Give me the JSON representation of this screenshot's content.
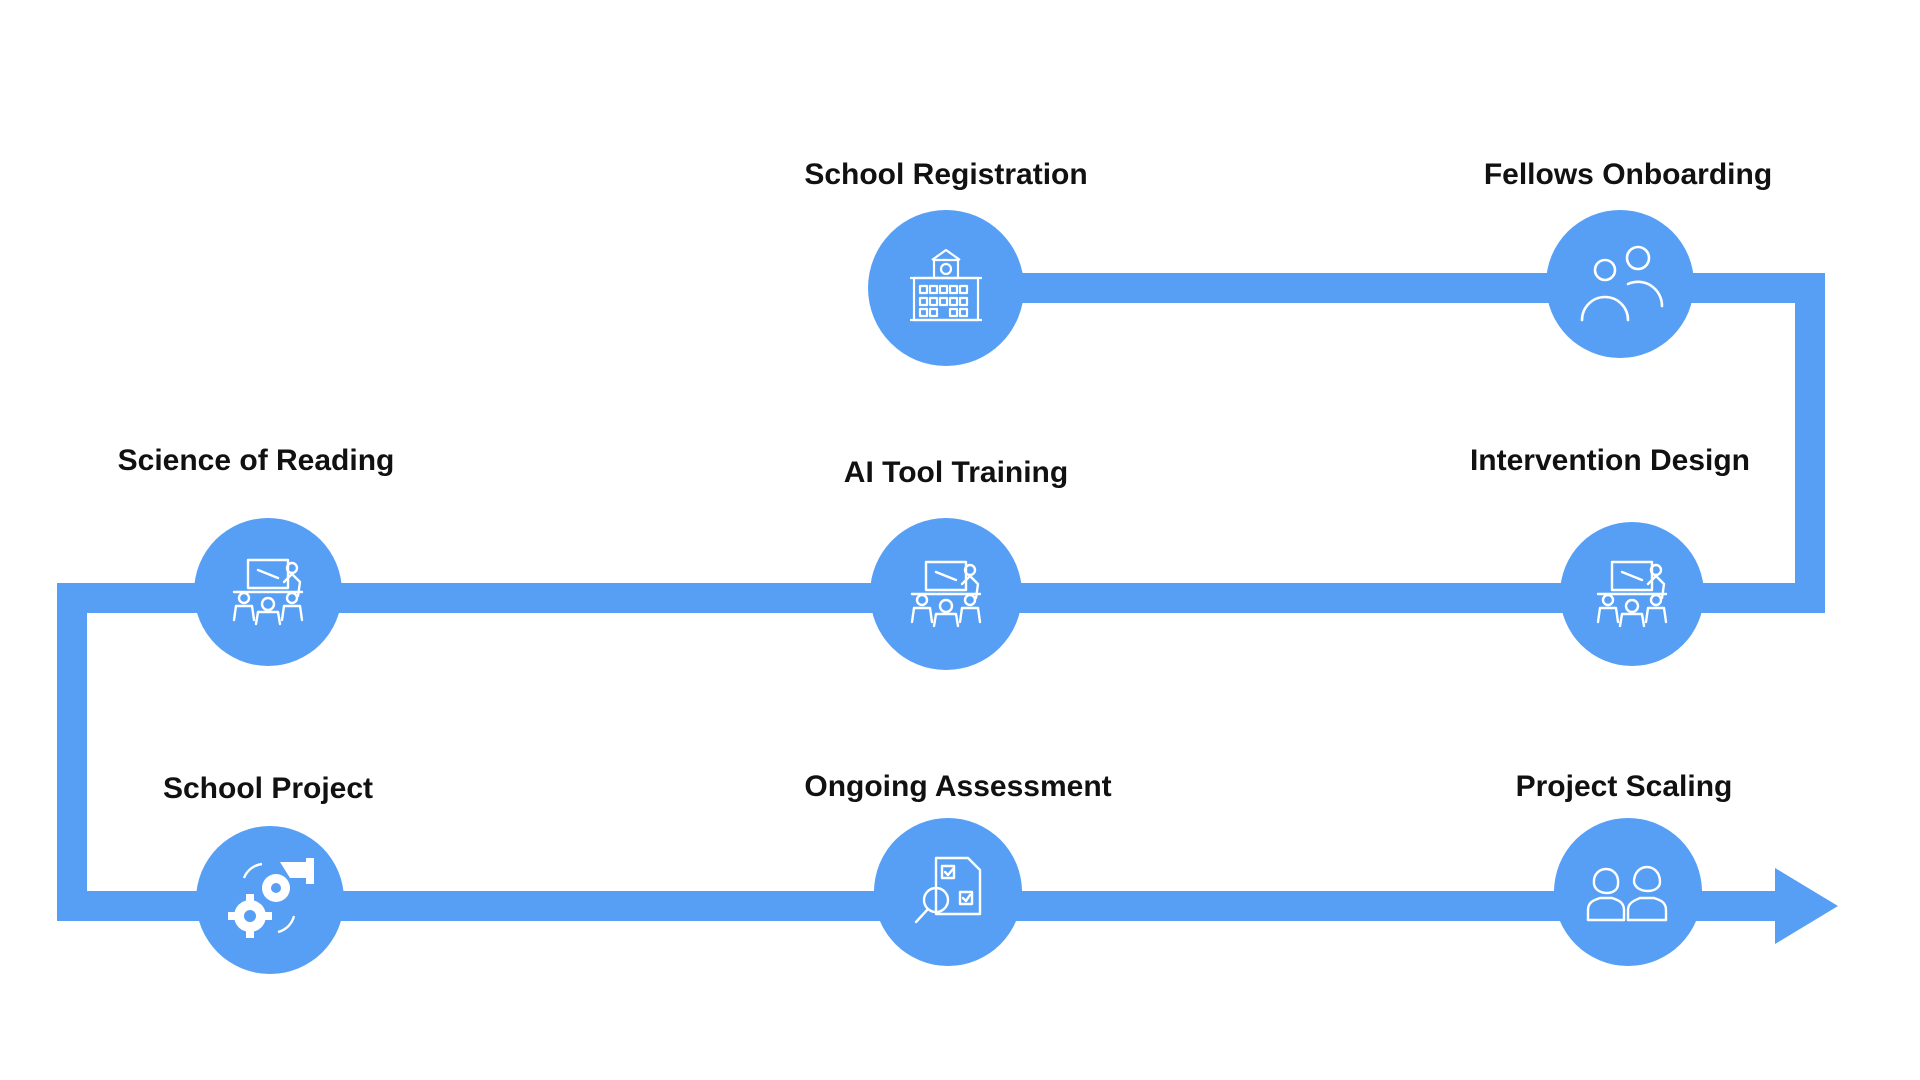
{
  "colors": {
    "accent": "#569FF5",
    "icon_stroke": "#FFFFFF",
    "label_text": "#111111",
    "background": "#FFFFFF"
  },
  "steps": [
    {
      "label": "School Registration",
      "icon": "school-building-icon"
    },
    {
      "label": "Fellows Onboarding",
      "icon": "people-icon"
    },
    {
      "label": "Intervention Design",
      "icon": "classroom-teacher-icon"
    },
    {
      "label": "AI Tool Training",
      "icon": "classroom-teacher-icon"
    },
    {
      "label": "Science of Reading",
      "icon": "classroom-teacher-icon"
    },
    {
      "label": "School Project",
      "icon": "gears-hand-icon"
    },
    {
      "label": "Ongoing Assessment",
      "icon": "assessment-search-icon"
    },
    {
      "label": "Project Scaling",
      "icon": "team-members-icon"
    }
  ]
}
